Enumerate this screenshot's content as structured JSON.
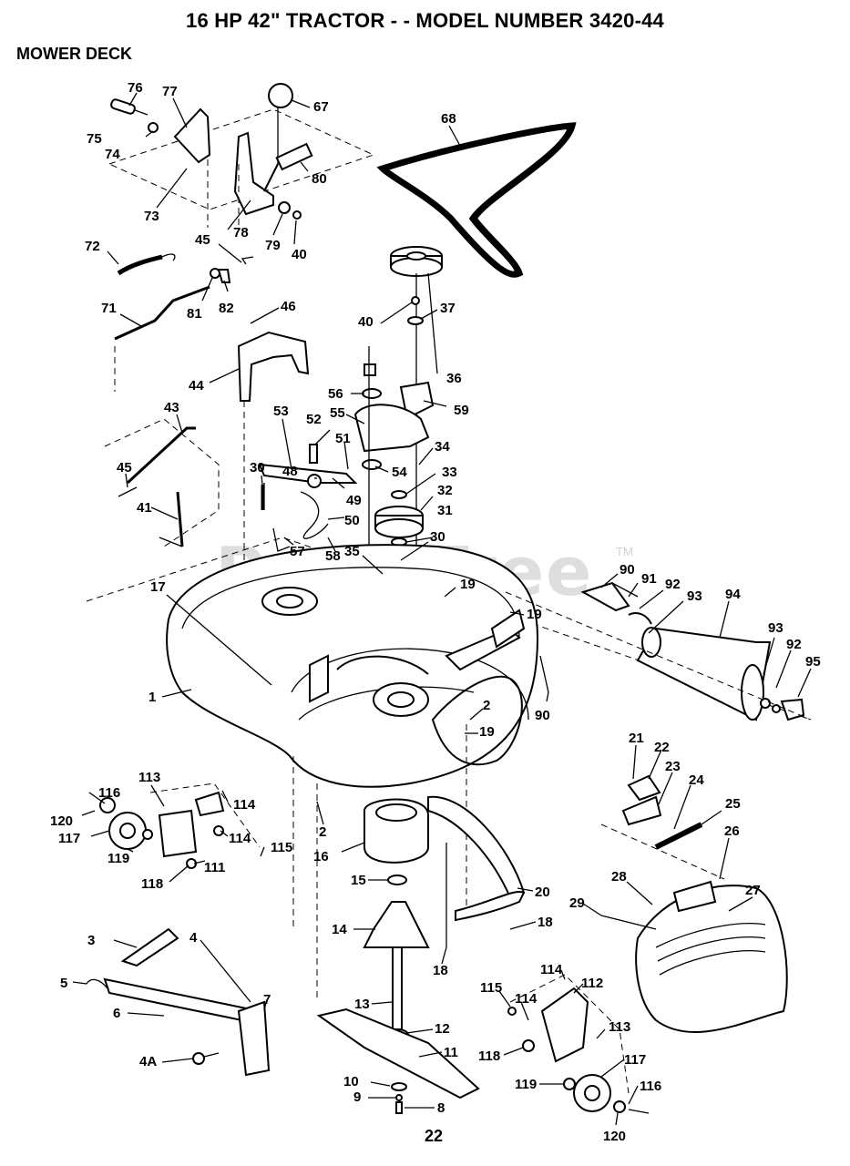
{
  "header": {
    "title": "16 HP 42\" TRACTOR - - MODEL NUMBER 3420-44",
    "section": "MOWER DECK",
    "page_number": "22",
    "watermark": "PartsTree",
    "watermark_tm": "TM"
  },
  "callouts": [
    {
      "id": "c76",
      "label": "76"
    },
    {
      "id": "c77",
      "label": "77"
    },
    {
      "id": "c67",
      "label": "67"
    },
    {
      "id": "c68",
      "label": "68"
    },
    {
      "id": "c75",
      "label": "75"
    },
    {
      "id": "c74",
      "label": "74"
    },
    {
      "id": "c80",
      "label": "80"
    },
    {
      "id": "c73",
      "label": "73"
    },
    {
      "id": "c78",
      "label": "78"
    },
    {
      "id": "c79",
      "label": "79"
    },
    {
      "id": "c40a",
      "label": "40"
    },
    {
      "id": "c72",
      "label": "72"
    },
    {
      "id": "c45a",
      "label": "45"
    },
    {
      "id": "c81",
      "label": "81"
    },
    {
      "id": "c82",
      "label": "82"
    },
    {
      "id": "c71",
      "label": "71"
    },
    {
      "id": "c46",
      "label": "46"
    },
    {
      "id": "c40b",
      "label": "40"
    },
    {
      "id": "c37",
      "label": "37"
    },
    {
      "id": "c36",
      "label": "36"
    },
    {
      "id": "c44",
      "label": "44"
    },
    {
      "id": "c56",
      "label": "56"
    },
    {
      "id": "c59",
      "label": "59"
    },
    {
      "id": "c55",
      "label": "55"
    },
    {
      "id": "c43",
      "label": "43"
    },
    {
      "id": "c53",
      "label": "53"
    },
    {
      "id": "c52",
      "label": "52"
    },
    {
      "id": "c51",
      "label": "51"
    },
    {
      "id": "c34",
      "label": "34"
    },
    {
      "id": "c45b",
      "label": "45"
    },
    {
      "id": "c30a",
      "label": "30"
    },
    {
      "id": "c48",
      "label": "48"
    },
    {
      "id": "c54",
      "label": "54"
    },
    {
      "id": "c33",
      "label": "33"
    },
    {
      "id": "c49",
      "label": "49"
    },
    {
      "id": "c32",
      "label": "32"
    },
    {
      "id": "c41",
      "label": "41"
    },
    {
      "id": "c50",
      "label": "50"
    },
    {
      "id": "c31",
      "label": "31"
    },
    {
      "id": "c57",
      "label": "57"
    },
    {
      "id": "c58",
      "label": "58"
    },
    {
      "id": "c35",
      "label": "35"
    },
    {
      "id": "c30b",
      "label": "30"
    },
    {
      "id": "c90a",
      "label": "90"
    },
    {
      "id": "c91",
      "label": "91"
    },
    {
      "id": "c92a",
      "label": "92"
    },
    {
      "id": "c93a",
      "label": "93"
    },
    {
      "id": "c94",
      "label": "94"
    },
    {
      "id": "c17",
      "label": "17"
    },
    {
      "id": "c19a",
      "label": "19"
    },
    {
      "id": "c19b",
      "label": "19"
    },
    {
      "id": "c93b",
      "label": "93"
    },
    {
      "id": "c92b",
      "label": "92"
    },
    {
      "id": "c95",
      "label": "95"
    },
    {
      "id": "c1",
      "label": "1"
    },
    {
      "id": "c2a",
      "label": "2"
    },
    {
      "id": "c19c",
      "label": "19"
    },
    {
      "id": "c90b",
      "label": "90"
    },
    {
      "id": "c21",
      "label": "21"
    },
    {
      "id": "c22",
      "label": "22"
    },
    {
      "id": "c23",
      "label": "23"
    },
    {
      "id": "c24",
      "label": "24"
    },
    {
      "id": "c113a",
      "label": "113"
    },
    {
      "id": "c116a",
      "label": "116"
    },
    {
      "id": "c114a",
      "label": "114"
    },
    {
      "id": "c120a",
      "label": "120"
    },
    {
      "id": "c25",
      "label": "25"
    },
    {
      "id": "c117a",
      "label": "117"
    },
    {
      "id": "c114b",
      "label": "114"
    },
    {
      "id": "c2b",
      "label": "2"
    },
    {
      "id": "c26",
      "label": "26"
    },
    {
      "id": "c115a",
      "label": "115"
    },
    {
      "id": "c119a",
      "label": "119"
    },
    {
      "id": "c16",
      "label": "16"
    },
    {
      "id": "c111",
      "label": "111"
    },
    {
      "id": "c118a",
      "label": "118"
    },
    {
      "id": "c15",
      "label": "15"
    },
    {
      "id": "c28",
      "label": "28"
    },
    {
      "id": "c27",
      "label": "27"
    },
    {
      "id": "c20",
      "label": "20"
    },
    {
      "id": "c29",
      "label": "29"
    },
    {
      "id": "c3",
      "label": "3"
    },
    {
      "id": "c4",
      "label": "4"
    },
    {
      "id": "c14",
      "label": "14"
    },
    {
      "id": "c18a",
      "label": "18"
    },
    {
      "id": "c18b",
      "label": "18"
    },
    {
      "id": "c114c",
      "label": "114"
    },
    {
      "id": "c5",
      "label": "5"
    },
    {
      "id": "c115b",
      "label": "115"
    },
    {
      "id": "c112",
      "label": "112"
    },
    {
      "id": "c6",
      "label": "6"
    },
    {
      "id": "c7",
      "label": "7"
    },
    {
      "id": "c114d",
      "label": "114"
    },
    {
      "id": "c13",
      "label": "13"
    },
    {
      "id": "c113b",
      "label": "113"
    },
    {
      "id": "c12",
      "label": "12"
    },
    {
      "id": "c11",
      "label": "11"
    },
    {
      "id": "c118b",
      "label": "118"
    },
    {
      "id": "c117b",
      "label": "117"
    },
    {
      "id": "c4A",
      "label": "4A"
    },
    {
      "id": "c119b",
      "label": "119"
    },
    {
      "id": "c10",
      "label": "10"
    },
    {
      "id": "c116b",
      "label": "116"
    },
    {
      "id": "c9",
      "label": "9"
    },
    {
      "id": "c8",
      "label": "8"
    },
    {
      "id": "c120b",
      "label": "120"
    }
  ]
}
